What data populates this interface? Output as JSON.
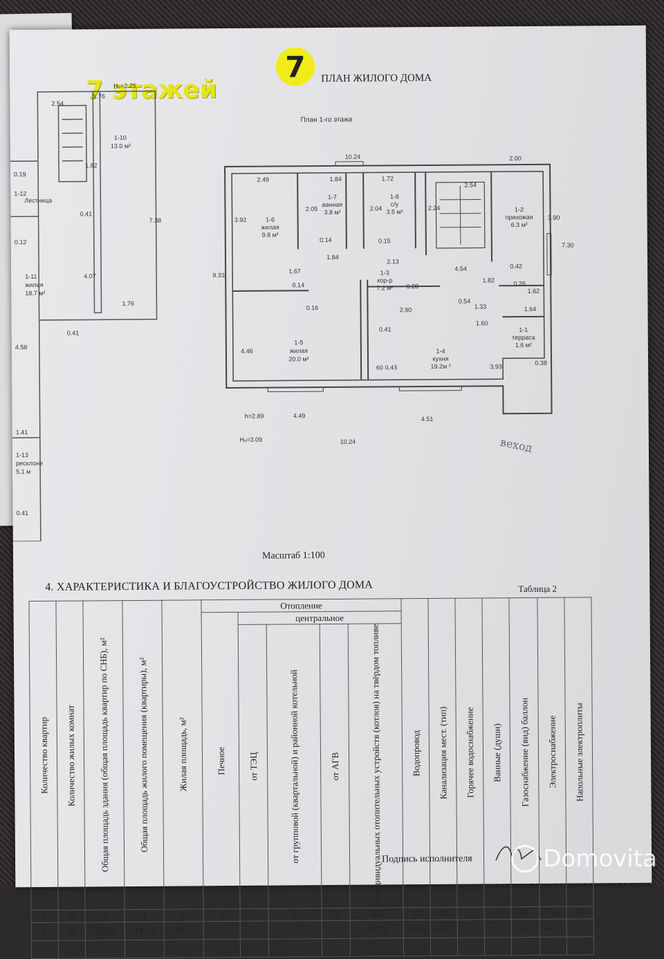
{
  "brand": {
    "overlay_text": "7 этажей",
    "logo_glyph": "7"
  },
  "doc": {
    "plan_title": "ПЛАН ЖИЛОГО ДОМА",
    "floor_title": "План 1-го этажа",
    "scale": "Масштаб 1:100",
    "section_title": "4. ХАРАКТЕРИСТИКА И БЛАГОУСТРОЙСТВО ЖИЛОГО ДОМА",
    "table_label": "Таблица 2",
    "signature_label": "Подпись исполнителя",
    "handwritten_note": "веход"
  },
  "rooms": [
    {
      "id": "1-6",
      "name": "жилая",
      "area": "9.8 м²"
    },
    {
      "id": "1-7",
      "name": "ванная",
      "area": "3.8 м²"
    },
    {
      "id": "1-8",
      "name": "с/у",
      "area": "3.5 м²"
    },
    {
      "id": "1-2",
      "name": "прихожая",
      "area": "6.3 м²"
    },
    {
      "id": "1-3",
      "name": "кор-р",
      "area": "7.2 м²"
    },
    {
      "id": "1-5",
      "name": "жилая",
      "area": "20.0 м²"
    },
    {
      "id": "1-4",
      "name": "кухня",
      "area": "19.2м ²"
    },
    {
      "id": "1-1",
      "name": "терраса",
      "area": "1.6 м²"
    }
  ],
  "dims": {
    "top": "10.24",
    "bottom": "10.24",
    "d249": "2.49",
    "d184a": "1.84",
    "d172": "1.72",
    "d254": "2.54",
    "d200": "2.00",
    "d205": "2.05",
    "d204": "2.04",
    "d224": "2.24",
    "d390": "3.90",
    "d730": "7.30",
    "d392": "3.92",
    "d933": "9.33",
    "d014a": "0.14",
    "d015": "0.15",
    "d184b": "1.84",
    "d213": "2.13",
    "d454": "4.54",
    "d042": "0.42",
    "d167": "1.67",
    "d014b": "0.14",
    "d028": "0.28",
    "d182": "1.82",
    "d026": "0.26",
    "d162": "1.62",
    "d016": "0.16",
    "d290": "2.90",
    "d054": "0.54",
    "d133": "1.33",
    "d164": "1.64",
    "d160": "1.60",
    "d041": "0.41",
    "d446": "4.46",
    "d393": "3.93",
    "d038": "0.38",
    "h289": "h=2.89",
    "d449": "4.49",
    "d451": "4.51",
    "h309": "Hₒ=3.09",
    "mark": "60 0,43"
  },
  "left_plan": {
    "labels": [
      "Hₒ=2.25",
      "1.76",
      "2.54",
      "1-10",
      "13.0 м²",
      "1.82",
      "0.41",
      "7.38",
      "4.07",
      "1-11",
      "жилая",
      "18.7 м²",
      "1.76",
      "0.41",
      "4.58",
      "0.12",
      "0.19",
      "1-12",
      "Лестница",
      "1.41",
      "1-13",
      "ресклоне",
      "5.1 м",
      "0.41"
    ]
  },
  "table": {
    "headers": [
      "Количество квартир",
      "Количество жилых комнат",
      "Общая площадь здания (общая площадь квартир по СНБ), м²",
      "Общая площадь жилого помещения (квартиры), м²",
      "Жилая площадь, м²",
      "Печное",
      "от ТЭЦ",
      "от групповой (квартальной) и районной котельной",
      "от АГВ",
      "от индивидуальных отопительных устройств (котлов) на твёрдом топливе",
      "Водопровод",
      "Канализация  мест. (тип)",
      "Горячее водоснабжение",
      "Ванные (души)",
      "Газоснабжение (вид) баллон",
      "Электроснабжение",
      "Напольные электроплиты"
    ],
    "group_heating": "Отопление",
    "group_central": "центральное",
    "numbers": [
      "1",
      "2",
      "3",
      "4",
      "5",
      "6",
      "7",
      "8",
      "9",
      "10",
      "11",
      "12",
      "13",
      "14",
      "15",
      "16",
      "17"
    ],
    "row": [
      "1",
      "5",
      "235.0",
      "145.1",
      "86.1",
      "",
      "",
      "",
      "",
      "145.1",
      "145.1",
      "145.1",
      "",
      "",
      "145.1",
      "145.1",
      ""
    ]
  },
  "watermark": {
    "text": "Domovita"
  }
}
